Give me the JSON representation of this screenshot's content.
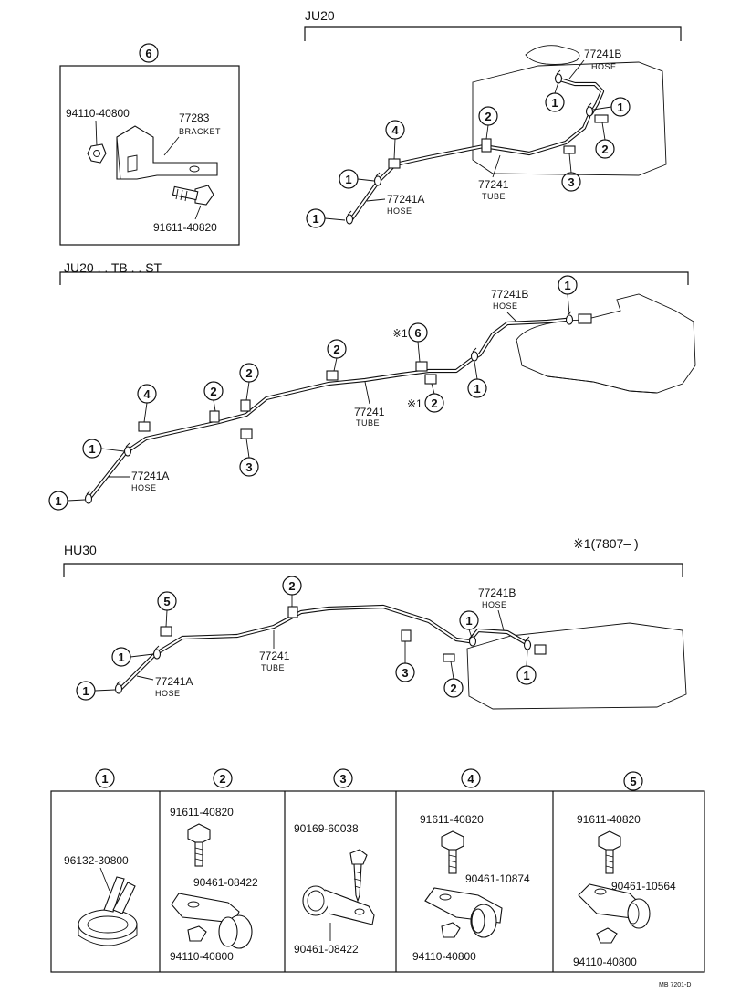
{
  "sections": {
    "ju20": {
      "header": "JU20",
      "tube_pn": "77241",
      "tube_sub": "TUBE",
      "hose_a_pn": "77241A",
      "hose_a_sub": "HOSE",
      "hose_b_pn": "77241B",
      "hose_b_sub": "HOSE"
    },
    "ju20_tb_st": {
      "header": "JU20 . . TB . . ST",
      "tube_pn": "77241",
      "tube_sub": "TUBE",
      "hose_a_pn": "77241A",
      "hose_a_sub": "HOSE",
      "hose_b_pn": "77241B",
      "hose_b_sub": "HOSE",
      "note_mark": "※1"
    },
    "hu30": {
      "header": "HU30",
      "note": "※1(7807–        )",
      "tube_pn": "77241",
      "tube_sub": "TUBE",
      "hose_a_pn": "77241A",
      "hose_a_sub": "HOSE",
      "hose_b_pn": "77241B",
      "hose_b_sub": "HOSE"
    }
  },
  "detail6": {
    "number": "6",
    "nut_pn": "94110-40800",
    "bracket_pn": "77283",
    "bracket_sub": "BRACKET",
    "bolt_pn": "91611-40820"
  },
  "callout_numbers": [
    "1",
    "2",
    "3",
    "4",
    "5",
    "6"
  ],
  "legend": [
    {
      "number": "1",
      "parts": [
        "96132-30800"
      ]
    },
    {
      "number": "2",
      "parts": [
        "91611-40820",
        "90461-08422",
        "94110-40800"
      ]
    },
    {
      "number": "3",
      "parts": [
        "90169-60038",
        "90461-08422"
      ]
    },
    {
      "number": "4",
      "parts": [
        "91611-40820",
        "90461-10874",
        "94110-40800"
      ]
    },
    {
      "number": "5",
      "parts": [
        "91611-40820",
        "90461-10564",
        "94110-40800"
      ]
    }
  ],
  "footer_code": "MB 7201-D"
}
